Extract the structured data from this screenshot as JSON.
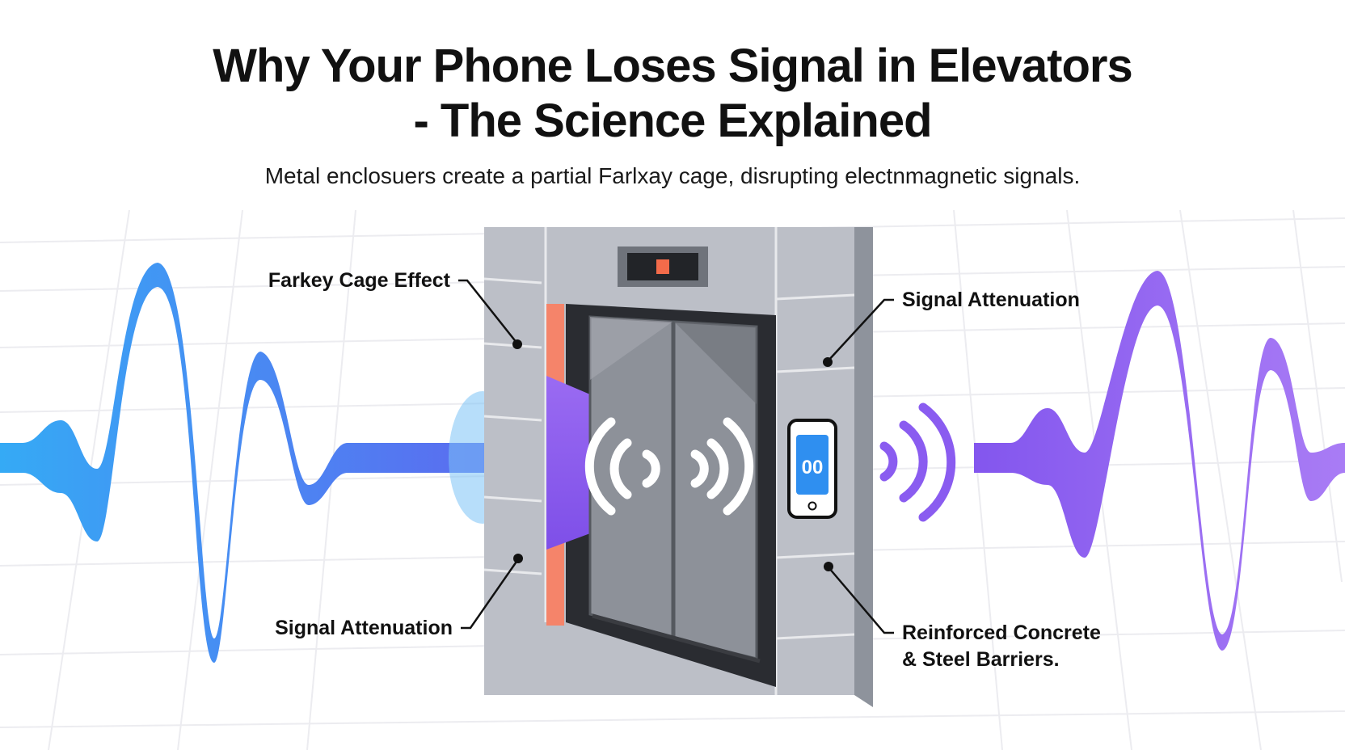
{
  "header": {
    "title_line1": "Why Your Phone Loses Signal in Elevators",
    "title_line2": "- The Science Explained",
    "subtitle": "Metal enclosuers create a partial Farlxay cage, disrupting electnmagnetic signals."
  },
  "labels": {
    "faraday_cage": "Farkey Cage Effect",
    "attenuation_left": "Signal Attenuation",
    "attenuation_right": "Signal Attenuation",
    "barriers_line1": "Reinforced Concrete",
    "barriers_line2": "& Steel Barriers."
  },
  "phone_screen_text": "00",
  "colors": {
    "wave_blue": "#3aa6f4",
    "wave_indigo": "#5b6cf0",
    "wave_purple": "#8a5cf0",
    "wave_violet": "#a97cf5",
    "elevator_frame": "#b9bcc4",
    "elevator_door": "#8a8e96",
    "accent_orange": "#f5846a",
    "indicator_red": "#f36b4a",
    "phone_screen": "#2f8ff0"
  },
  "icons": [
    "wifi-left-icon",
    "wifi-right-icon",
    "signal-waves-icon",
    "smartphone-icon",
    "floor-indicator-icon"
  ]
}
